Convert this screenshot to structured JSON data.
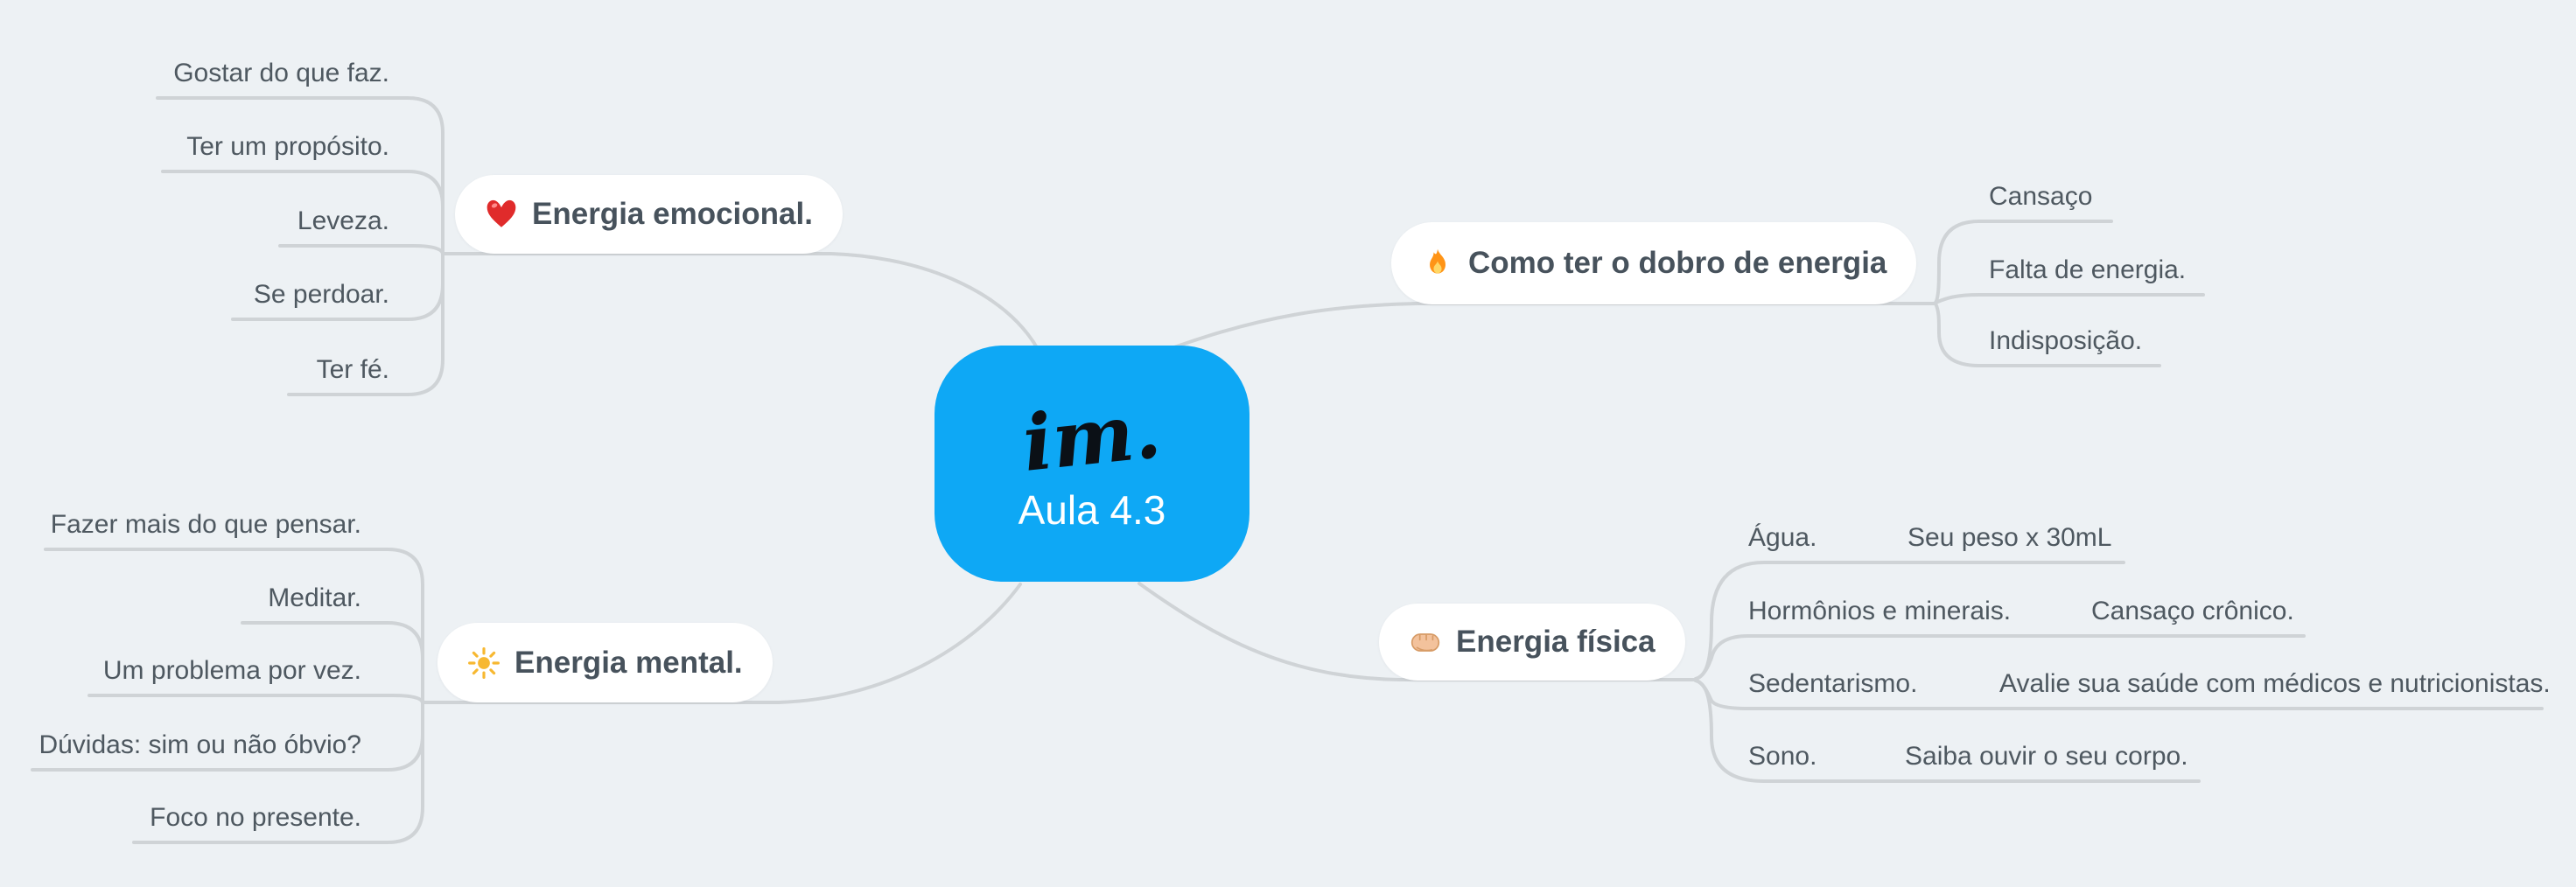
{
  "canvas": {
    "background_color": "#edf1f4",
    "connector_color": "#cfd3d6",
    "central_fill_color": "#0ea8f5",
    "topic_text_color": "#47525c"
  },
  "central": {
    "logo": "im.",
    "title": "Aula 4.3"
  },
  "branches": [
    {
      "icon": "heart-icon",
      "label": "Energia emocional.",
      "children": [
        "Gostar do que faz.",
        "Ter um propósito.",
        "Leveza.",
        "Se perdoar.",
        "Ter fé."
      ]
    },
    {
      "icon": "fire-icon",
      "label": "Como ter o dobro de energia",
      "children": [
        "Cansaço",
        "Falta de energia.",
        "Indisposição."
      ]
    },
    {
      "icon": "sun-icon",
      "label": "Energia mental.",
      "children": [
        "Fazer mais do que pensar.",
        "Meditar.",
        "Um problema por vez.",
        "Dúvidas: sim ou não óbvio?",
        "Foco no presente."
      ]
    },
    {
      "icon": "fist-icon",
      "label": "Energia física",
      "children": [
        {
          "label": "Água.",
          "note": "Seu peso x 30mL"
        },
        {
          "label": "Hormônios e minerais.",
          "note": "Cansaço crônico."
        },
        {
          "label": "Sedentarismo.",
          "note": "Avalie sua saúde com médicos e nutricionistas."
        },
        {
          "label": "Sono.",
          "note": "Saiba ouvir o seu corpo."
        }
      ]
    }
  ]
}
